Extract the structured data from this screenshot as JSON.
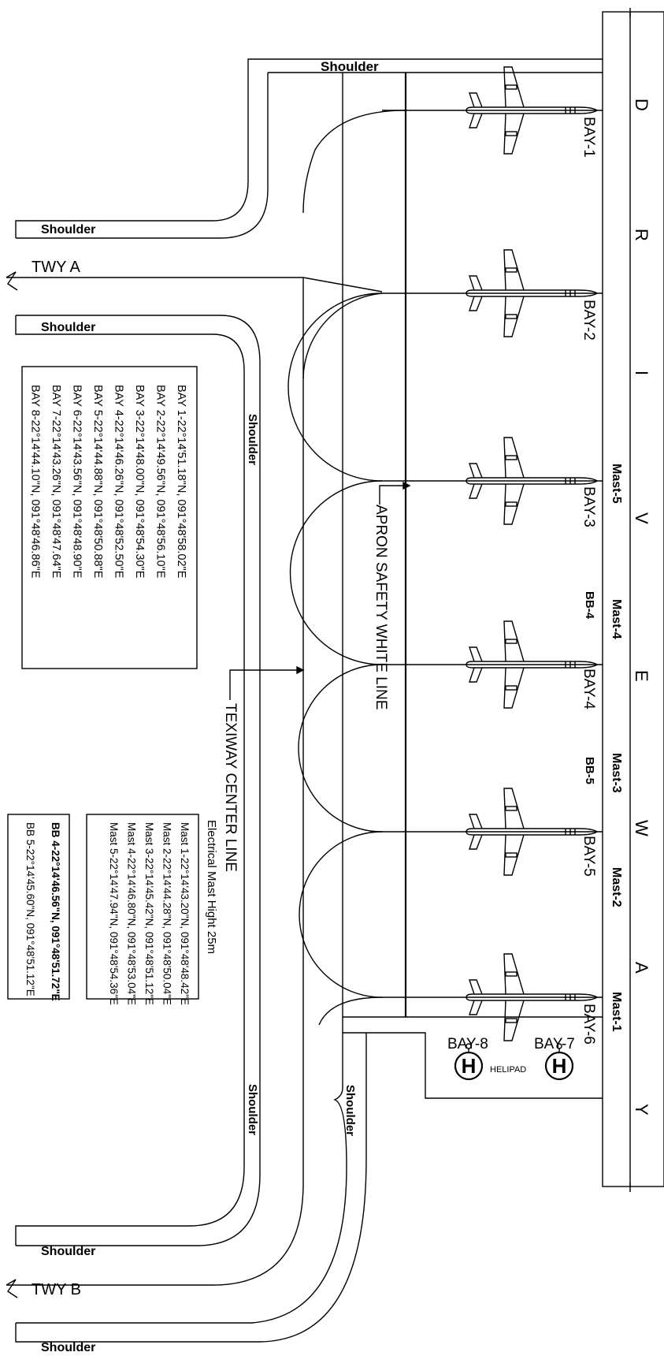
{
  "drive_way_letters": [
    "D",
    "R",
    "I",
    "V",
    "E",
    "W",
    "A",
    "Y"
  ],
  "bays": [
    "BAY-1",
    "BAY-2",
    "BAY-3",
    "BAY-4",
    "BAY-5",
    "BAY-6"
  ],
  "heli_bays": [
    "BAY-8",
    "BAY-7"
  ],
  "helipad_label": "HELIPAD",
  "helipad_symbol": "H",
  "masts": [
    "Mast-1",
    "Mast-2",
    "Mast-3",
    "Mast-4",
    "Mast-5"
  ],
  "bbs": [
    "BB-4",
    "BB-5"
  ],
  "shoulder_label": "Shoulder",
  "taxiways": [
    "TWY A",
    "TWY B"
  ],
  "apron_line_label": "APRON SAFETY WHITE LINE",
  "taxiway_center_label": "TEXIWAY CENTER LINE",
  "bay_coords": [
    "BAY 1-22°14'51.18\"N, 091°48'58.02\"E",
    "BAY 2-22°14'49.56\"N, 091°48'56.10\"E",
    "BAY 3-22°14'48.00\"N, 091°48'54.30\"E",
    "BAY 4-22°14'46.26\"N, 091°48'52.50\"E",
    "BAY 5-22°14'44.88\"N, 091°48'50.88\"E",
    "BAY 6-22°14'43.56\"N, 091°48'48.90\"E",
    "BAY 7-22°14'43.26\"N, 091°48'47.64\"E",
    "BAY 8-22°14'44.10\"N, 091°48'46.86\"E"
  ],
  "mast_title": "Electrical Mast Hight 25m",
  "mast_coords": [
    "Mast 1-22°14'43.20\"N, 091°48'48.42\"E",
    "Mast 2-22°14'44.28\"N, 091°48'50.04\"E",
    "Mast 3-22°14'45.42\"N, 091°48'51.12\"E",
    "Mast 4-22°14'46.80\"N, 091°48'53.04\"E",
    "Mast 5-22°14'47.94\"N, 091°48'54.36\"E"
  ],
  "bb_coords": [
    "BB 4-22°14'46.56\"N, 091°48'51.72\"E",
    "BB 5-22°14'45.60\"N, 091°48'51.12\"E"
  ]
}
